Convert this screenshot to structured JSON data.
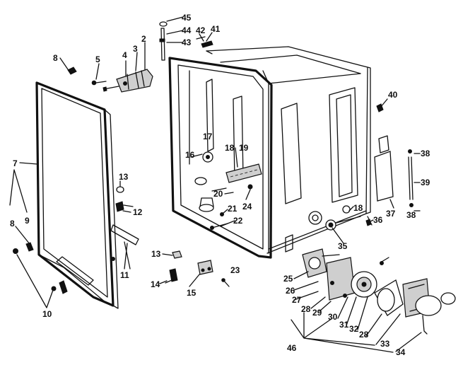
{
  "diagram": {
    "callouts": [
      "45",
      "44",
      "43",
      "42",
      "41",
      "2",
      "3",
      "4",
      "5",
      "8",
      "7",
      "9",
      "8",
      "10",
      "13",
      "12",
      "11",
      "13",
      "14",
      "15",
      "23",
      "16",
      "17",
      "18",
      "19",
      "20",
      "24",
      "21",
      "22",
      "40",
      "38",
      "39",
      "37",
      "38",
      "18",
      "36",
      "35",
      "25",
      "26",
      "27",
      "28",
      "29",
      "30",
      "31",
      "32",
      "28",
      "33",
      "34",
      "46"
    ]
  }
}
